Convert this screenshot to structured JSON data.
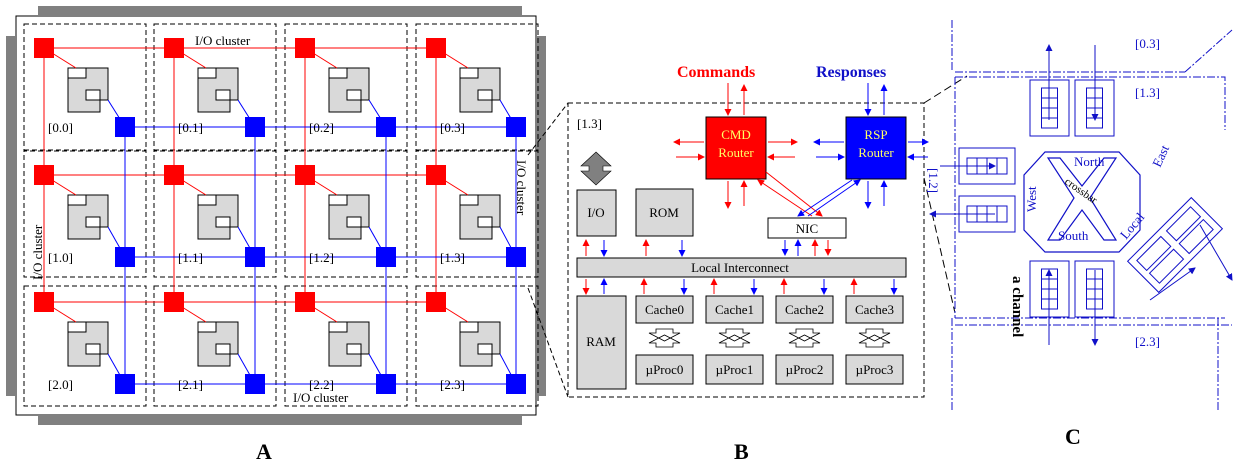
{
  "panels": {
    "a": "A",
    "b": "B",
    "c": "C"
  },
  "panel_a": {
    "io_cluster_label": "I/O cluster",
    "tiles": [
      "[0.0]",
      "[0.1]",
      "[0.2]",
      "[0.3]",
      "[1.0]",
      "[1.1]",
      "[1.2]",
      "[1.3]",
      "[2.0]",
      "[2.1]",
      "[2.2]",
      "[2.3]"
    ]
  },
  "panel_b": {
    "tile_label": "[1.3]",
    "commands": "Commands",
    "responses": "Responses",
    "cmd_router": [
      "CMD",
      "Router"
    ],
    "rsp_router": [
      "RSP",
      "Router"
    ],
    "nic": "NIC",
    "io": "I/O",
    "rom": "ROM",
    "ram": "RAM",
    "local_interconnect": "Local Interconnect",
    "caches": [
      "Cache0",
      "Cache1",
      "Cache2",
      "Cache3"
    ],
    "procs": [
      "µProc0",
      "µProc1",
      "µProc2",
      "µProc3"
    ]
  },
  "panel_c": {
    "labels": {
      "t03": "[0.3]",
      "t13": "[1.3]",
      "t12": "[1.2]",
      "t23": "[2.3]"
    },
    "north": "North",
    "south": "South",
    "east": "East",
    "west": "West",
    "local": "Local",
    "crossbar": "crossbar",
    "channel": "a channel"
  },
  "colors": {
    "red": "#ff0000",
    "blue": "#0000ff",
    "gray": "#d9d9d9",
    "dark_gray": "#808080"
  }
}
